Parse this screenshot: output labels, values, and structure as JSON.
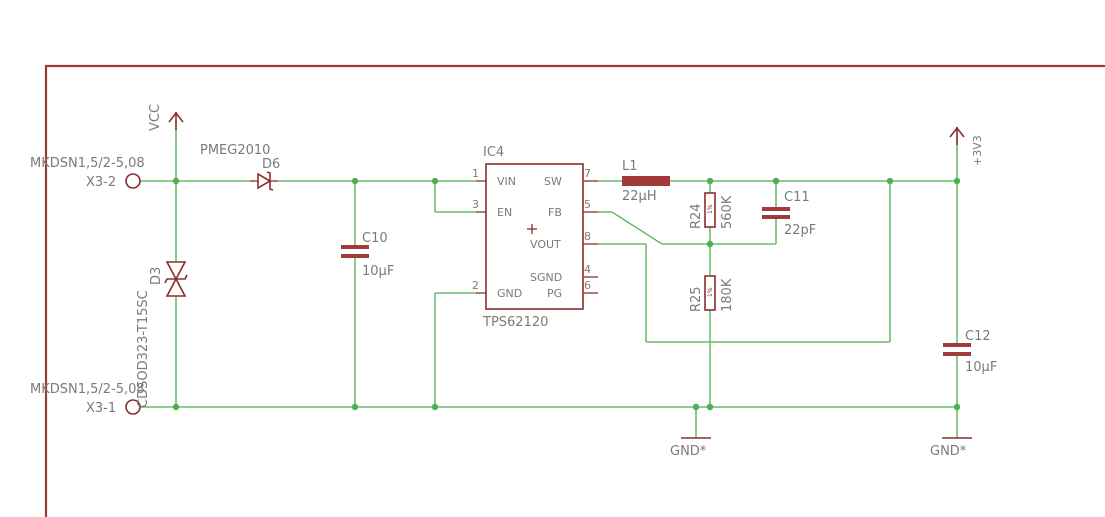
{
  "connectors": {
    "x3_2": {
      "part": "MKDSN1,5/2-5,08",
      "name": "X3-2"
    },
    "x3_1": {
      "part": "MKDSN1,5/2-5,08",
      "name": "X3-1"
    }
  },
  "supplies": {
    "vcc": "VCC",
    "v33": "+3V3",
    "gnd_left": "GND*",
    "gnd_right": "GND*"
  },
  "diode_d6": {
    "name": "D6",
    "value": "PMEG2010"
  },
  "diode_d3": {
    "name": "D3",
    "value": "CDSOD323-T15SC"
  },
  "cap_c10": {
    "name": "C10",
    "value": "10µF"
  },
  "cap_c11": {
    "name": "C11",
    "value": "22pF"
  },
  "cap_c12": {
    "name": "C12",
    "value": "10µF"
  },
  "inductor_l1": {
    "name": "L1",
    "value": "22µH"
  },
  "res_r24": {
    "name": "R24",
    "value": "560K",
    "tol": "1%"
  },
  "res_r25": {
    "name": "R25",
    "value": "180K",
    "tol": "1%"
  },
  "ic4": {
    "name": "IC4",
    "value": "TPS62120",
    "pins": {
      "vin": {
        "num": "1",
        "label": "VIN"
      },
      "en": {
        "num": "3",
        "label": "EN"
      },
      "gnd": {
        "num": "2",
        "label": "GND"
      },
      "sw": {
        "num": "7",
        "label": "SW"
      },
      "fb": {
        "num": "5",
        "label": "FB"
      },
      "vout": {
        "num": "8",
        "label": "VOUT"
      },
      "sgnd": {
        "num": "4",
        "label": "SGND"
      },
      "pg": {
        "num": "6",
        "label": "PG"
      }
    }
  }
}
